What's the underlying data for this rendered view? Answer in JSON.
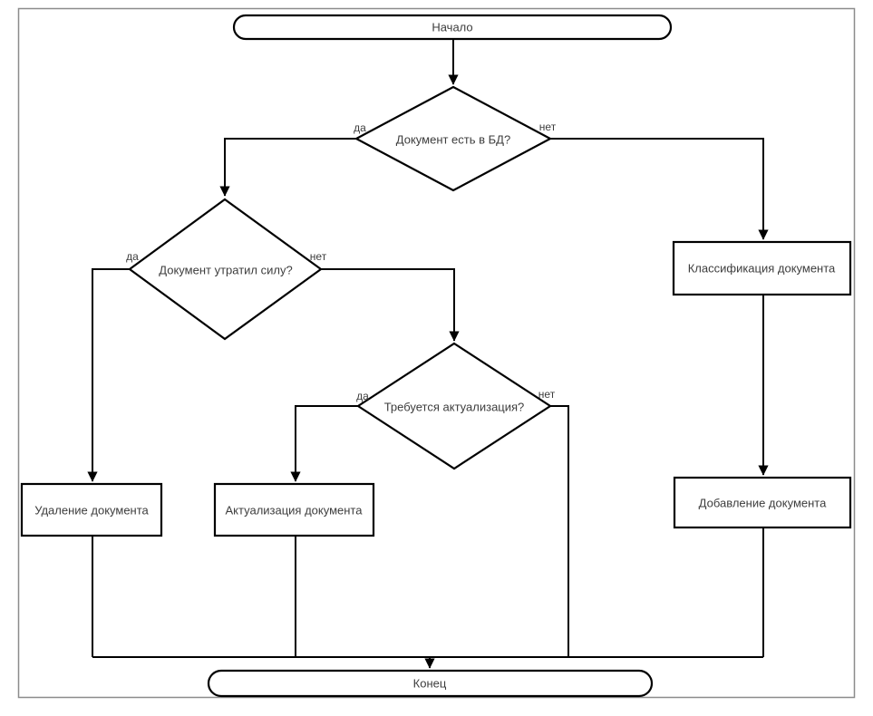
{
  "diagram": {
    "type": "flowchart",
    "language": "ru",
    "nodes": {
      "start": "Начало",
      "decision_doc_in_db": "Документ есть в БД?",
      "decision_doc_expired": "Документ утратил силу?",
      "decision_needs_actualization": "Требуется актуализация?",
      "process_classification": "Классификация документа",
      "process_addition": "Добавление документа",
      "process_deletion": "Удаление документа",
      "process_actualization": "Актуализация документа",
      "end": "Конец"
    },
    "edge_labels": {
      "doc_in_db_yes": "да",
      "doc_in_db_no": "нет",
      "doc_expired_yes": "да",
      "doc_expired_no": "нет",
      "needs_actualization_yes": "да",
      "needs_actualization_no": "нет"
    },
    "colors": {
      "line": "#000000",
      "node_fill": "#ffffff",
      "text": "#3d3d3d",
      "canvas_border": "#8c8c8c",
      "background": "#ffffff"
    }
  }
}
